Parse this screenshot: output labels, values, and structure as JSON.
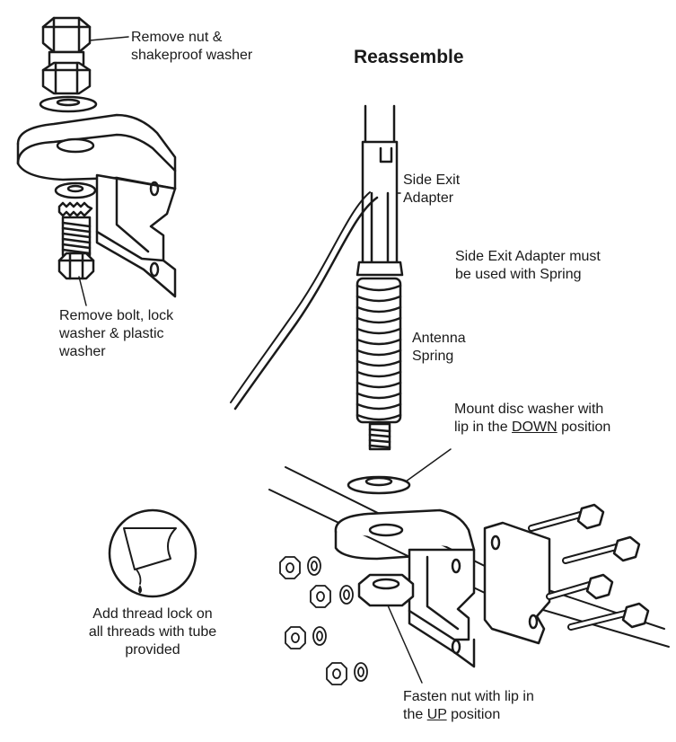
{
  "title": "Reassemble",
  "labels": {
    "remove_nut": "Remove nut &\nshakeproof washer",
    "remove_bolt": "Remove bolt, lock\nwasher & plastic\nwasher",
    "side_exit_adapter": "Side Exit\nAdapter",
    "side_exit_note": "Side Exit Adapter must\nbe used with Spring",
    "antenna_spring": "Antenna\nSpring",
    "disc_washer_prefix": "Mount disc washer with\nlip in the ",
    "disc_washer_emph": "DOWN",
    "disc_washer_suffix": " position",
    "thread_lock": "Add thread lock on\nall threads with tube\nprovided",
    "fasten_nut_prefix": "Fasten nut with lip in\nthe ",
    "fasten_nut_emph": "UP",
    "fasten_nut_suffix": " position"
  }
}
